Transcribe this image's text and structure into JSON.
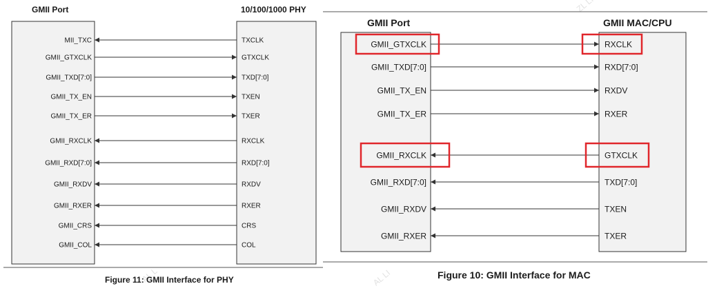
{
  "left": {
    "header_left": "GMII Port",
    "header_right": "10/100/1000 PHY",
    "caption": "Figure 11:  GMII Interface for PHY",
    "signals": [
      {
        "l": "MII_TXC",
        "r": "TXCLK",
        "dir": "left"
      },
      {
        "l": "GMII_GTXCLK",
        "r": "GTXCLK",
        "dir": "right"
      },
      {
        "l": "GMII_TXD[7:0]",
        "r": "TXD[7:0]",
        "dir": "right"
      },
      {
        "l": "GMII_TX_EN",
        "r": "TXEN",
        "dir": "right"
      },
      {
        "l": "GMII_TX_ER",
        "r": "TXER",
        "dir": "right"
      },
      {
        "l": "GMII_RXCLK",
        "r": "RXCLK",
        "dir": "left"
      },
      {
        "l": "GMII_RXD[7:0]",
        "r": "RXD[7:0]",
        "dir": "left"
      },
      {
        "l": "GMII_RXDV",
        "r": "RXDV",
        "dir": "left"
      },
      {
        "l": "GMII_RXER",
        "r": "RXER",
        "dir": "left"
      },
      {
        "l": "GMII_CRS",
        "r": "CRS",
        "dir": "left"
      },
      {
        "l": "GMII_COL",
        "r": "COL",
        "dir": "left"
      }
    ]
  },
  "right": {
    "header_left": "GMII Port",
    "header_right": "GMII MAC/CPU",
    "caption": "Figure 10:  GMII Interface for MAC",
    "signals": [
      {
        "l": "GMII_GTXCLK",
        "r": "RXCLK",
        "dir": "right",
        "highlight": true
      },
      {
        "l": "GMII_TXD[7:0]",
        "r": "RXD[7:0]",
        "dir": "right"
      },
      {
        "l": "GMII_TX_EN",
        "r": "RXDV",
        "dir": "right"
      },
      {
        "l": "GMII_TX_ER",
        "r": "RXER",
        "dir": "right"
      },
      {
        "l": "GMII_RXCLK",
        "r": "GTXCLK",
        "dir": "left",
        "highlight": true
      },
      {
        "l": "GMII_RXD[7:0]",
        "r": "TXD[7:0]",
        "dir": "left"
      },
      {
        "l": "GMII_RXDV",
        "r": "TXEN",
        "dir": "left"
      },
      {
        "l": "GMII_RXER",
        "r": "TXER",
        "dir": "left"
      }
    ]
  },
  "colors": {
    "highlight": "#e0262b",
    "block_fill": "#f2f2f2",
    "line": "#333333"
  }
}
